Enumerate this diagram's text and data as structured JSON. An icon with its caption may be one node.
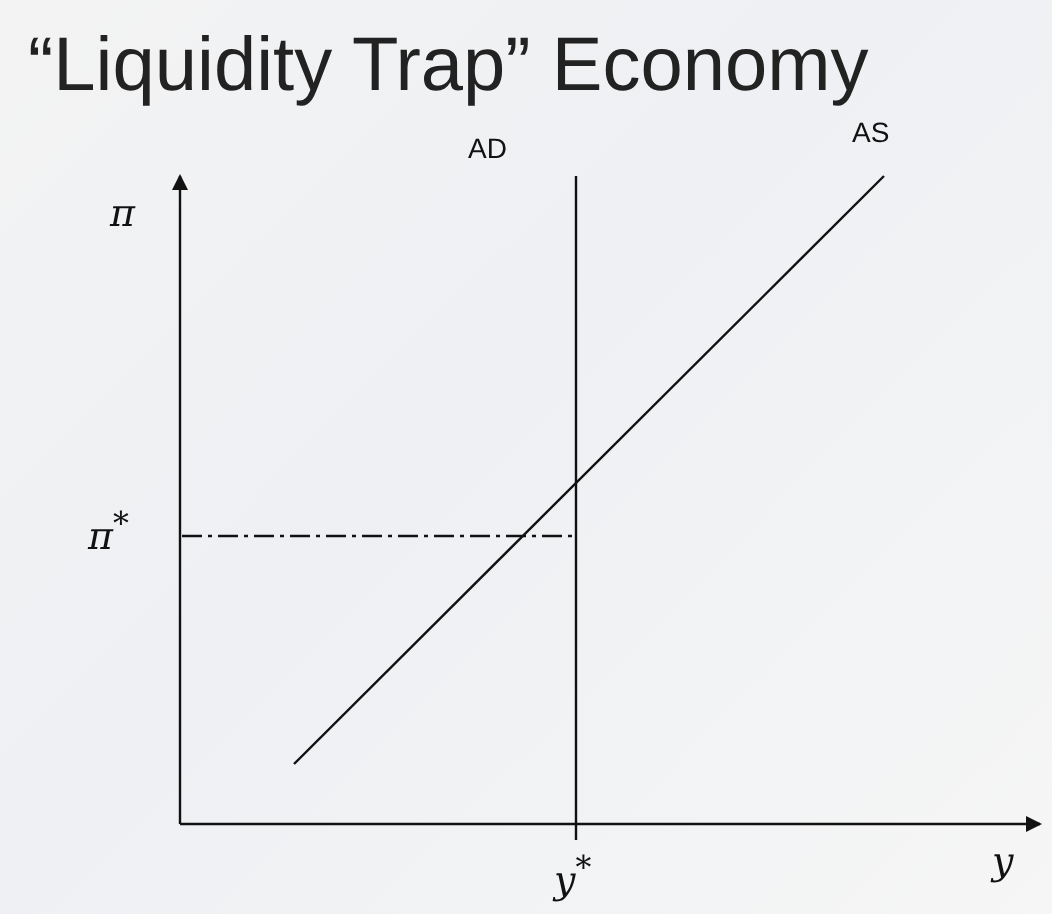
{
  "diagram": {
    "title": "“Liquidity Trap” Economy",
    "labels": [
      "π",
      "AD",
      "AS",
      "π$^{*}$",
      "y$^{*}$",
      "y"
    ]
  }
}
